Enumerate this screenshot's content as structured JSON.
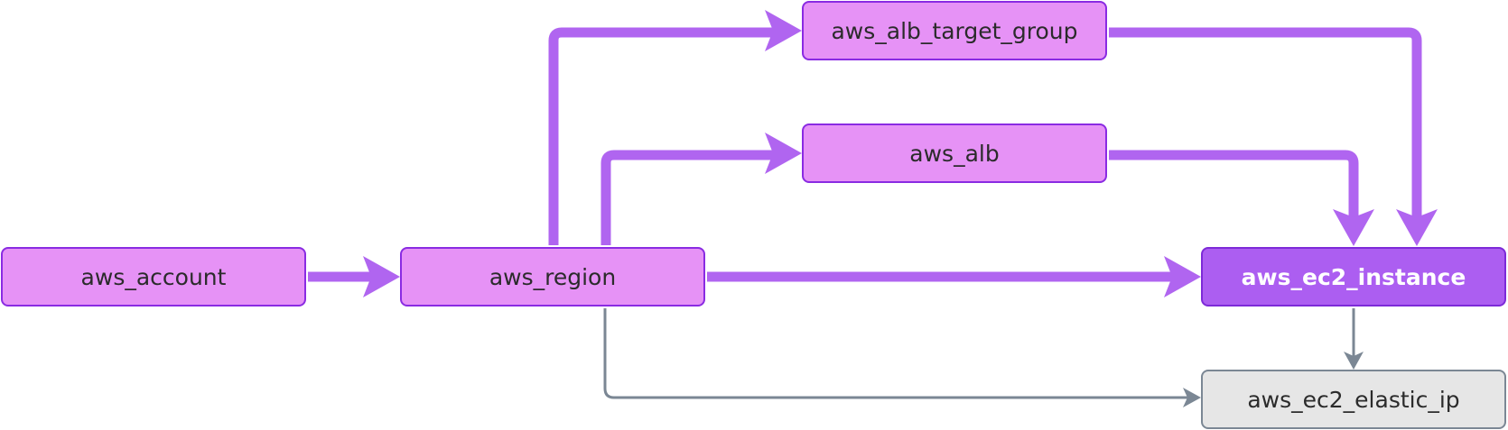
{
  "nodes": {
    "aws_account": "aws_account",
    "aws_region": "aws_region",
    "aws_alb_target_group": "aws_alb_target_group",
    "aws_alb": "aws_alb",
    "aws_ec2_instance": "aws_ec2_instance",
    "aws_ec2_elastic_ip": "aws_ec2_elastic_ip"
  },
  "edges": [
    {
      "from": "aws_account",
      "to": "aws_region",
      "style": "primary"
    },
    {
      "from": "aws_region",
      "to": "aws_alb_target_group",
      "style": "primary"
    },
    {
      "from": "aws_region",
      "to": "aws_alb",
      "style": "primary"
    },
    {
      "from": "aws_region",
      "to": "aws_ec2_instance",
      "style": "primary"
    },
    {
      "from": "aws_alb_target_group",
      "to": "aws_ec2_instance",
      "style": "primary"
    },
    {
      "from": "aws_alb",
      "to": "aws_ec2_instance",
      "style": "primary"
    },
    {
      "from": "aws_region",
      "to": "aws_ec2_elastic_ip",
      "style": "secondary"
    },
    {
      "from": "aws_ec2_instance",
      "to": "aws_ec2_elastic_ip",
      "style": "secondary"
    }
  ],
  "colors": {
    "node_fill": "#e692f6",
    "node_border": "#8a2be2",
    "focus_fill": "#ac5ef1",
    "muted_fill": "#e6e6e6",
    "muted_border": "#7b8794",
    "primary_edge": "#b065f0",
    "secondary_edge": "#7b8794"
  }
}
